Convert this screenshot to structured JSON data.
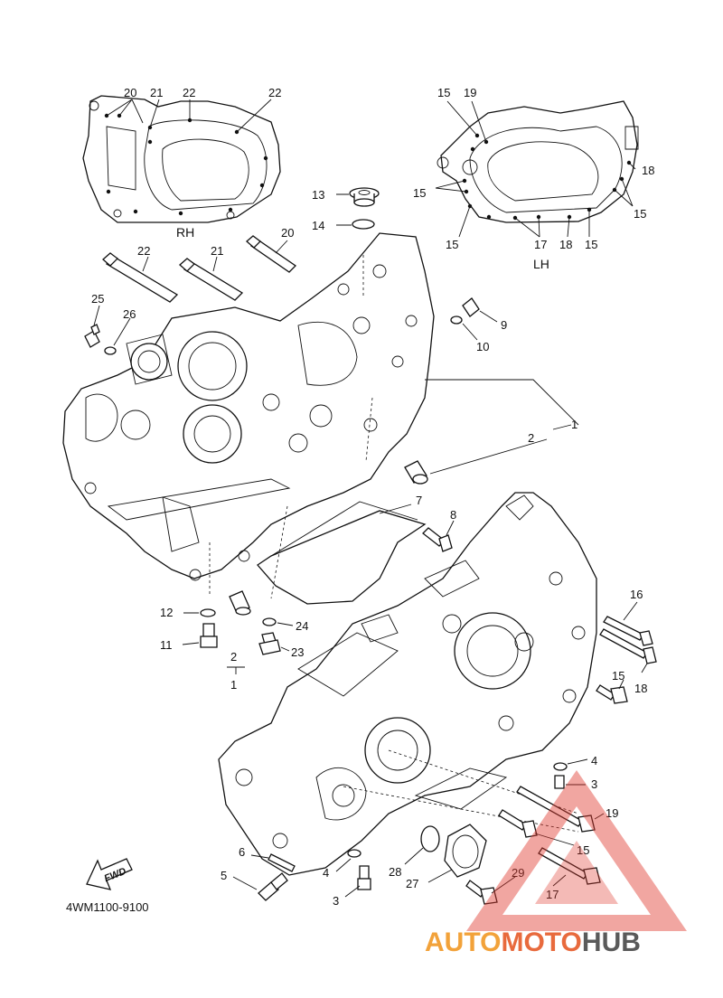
{
  "diagram_code": "4WM1100-9100",
  "views": {
    "rh": "RH",
    "lh": "LH"
  },
  "fwd_arrow": "FWD",
  "watermark": {
    "part1": "AUTO",
    "part2": "MOTO",
    "part3": "HUB",
    "color_triangle": "#e03a2f",
    "color_auto": "#f2a23a",
    "color_moto": "#e86a3d",
    "color_hub": "#5a5a5a"
  },
  "callouts": {
    "rh_20": "20",
    "rh_21": "21",
    "rh_22a": "22",
    "rh_22b": "22",
    "lh_15a": "15",
    "lh_19": "19",
    "lh_18a": "18",
    "lh_15b": "15",
    "lh_15c": "15",
    "lh_15d": "15",
    "lh_17": "17",
    "lh_18b": "18",
    "lh_15e": "15",
    "c13": "13",
    "c14": "14",
    "c22": "22",
    "c21": "21",
    "c20": "20",
    "c25": "25",
    "c26": "26",
    "c9": "9",
    "c10": "10",
    "c1a": "1",
    "c2a": "2",
    "c7": "7",
    "c8": "8",
    "c12": "12",
    "c11": "11",
    "c2b": "2",
    "c1b": "1",
    "c24": "24",
    "c23": "23",
    "c16": "16",
    "c15a": "15",
    "c18": "18",
    "c4a": "4",
    "c3a": "3",
    "c19": "19",
    "c15b": "15",
    "c17": "17",
    "c6": "6",
    "c5": "5",
    "c4b": "4",
    "c3b": "3",
    "c28": "28",
    "c27": "27",
    "c29": "29"
  }
}
